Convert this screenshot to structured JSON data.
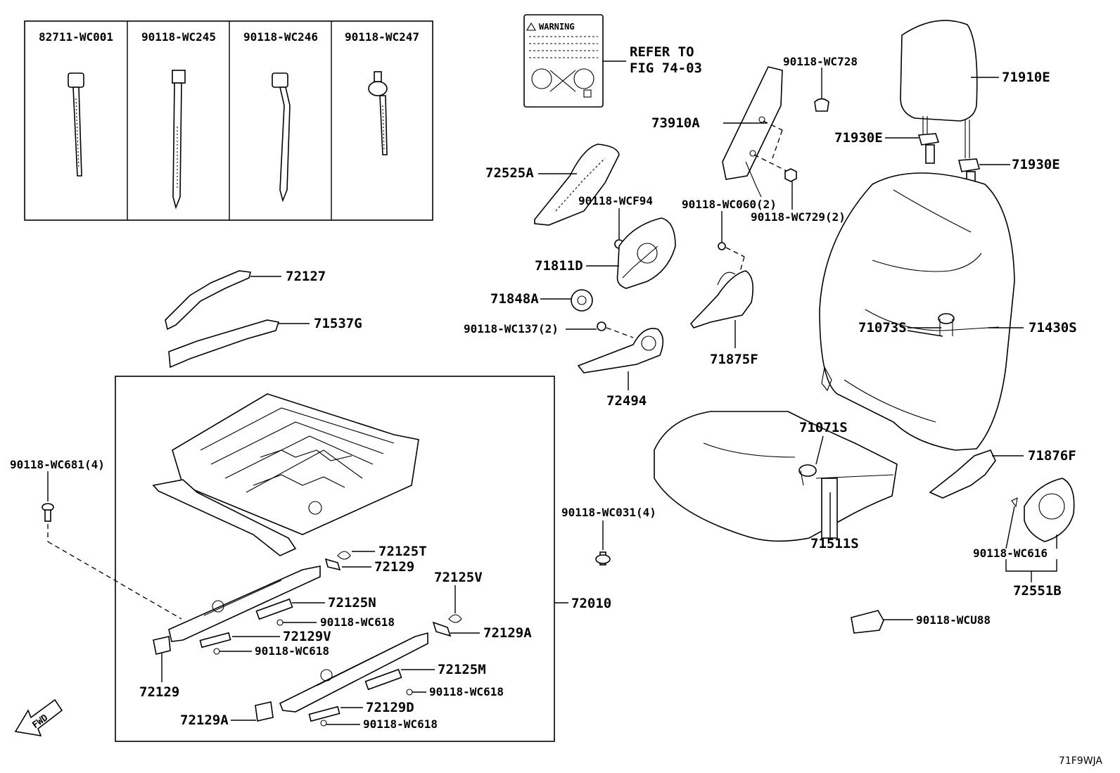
{
  "fastener_panel": {
    "columns": [
      "82711-WC001",
      "90118-WC245",
      "90118-WC246",
      "90118-WC247"
    ]
  },
  "warning_label": {
    "title": "WARNING",
    "refer_line1": "REFER TO",
    "refer_line2": "FIG 74-03"
  },
  "callouts": {
    "c_73910A": "73910A",
    "c_90118_WC728": "90118-WC728",
    "c_71910E": "71910E",
    "c_71930E_a": "71930E",
    "c_71930E_b": "71930E",
    "c_72525A": "72525A",
    "c_90118_WCF94": "90118-WCF94",
    "c_90118_WC060": "90118-WC060(2)",
    "c_90118_WC729": "90118-WC729(2)",
    "c_71811D": "71811D",
    "c_71848A": "71848A",
    "c_90118_WC137": "90118-WC137(2)",
    "c_71875F": "71875F",
    "c_72494": "72494",
    "c_71073S": "71073S",
    "c_71430S": "71430S",
    "c_72127": "72127",
    "c_71537G": "71537G",
    "c_71071S": "71071S",
    "c_71876F": "71876F",
    "c_71511S": "71511S",
    "c_90118_WC031": "90118-WC031(4)",
    "c_90118_WC681": "90118-WC681(4)",
    "c_72010": "72010",
    "c_72125T": "72125T",
    "c_72129_top": "72129",
    "c_72125N": "72125N",
    "c_90118_WC618_a": "90118-WC618",
    "c_72129V": "72129V",
    "c_90118_WC618_b": "90118-WC618",
    "c_72125V": "72125V",
    "c_72129A_right": "72129A",
    "c_72125M": "72125M",
    "c_90118_WC618_c": "90118-WC618",
    "c_72129D": "72129D",
    "c_90118_WC618_d": "90118-WC618",
    "c_72129_left": "72129",
    "c_72129A_left": "72129A",
    "c_90118_WC616": "90118-WC616",
    "c_72551B": "72551B",
    "c_90118_WCU88": "90118-WCU88"
  },
  "fwd_label": "FWD",
  "figure_id": "71F9WJA"
}
